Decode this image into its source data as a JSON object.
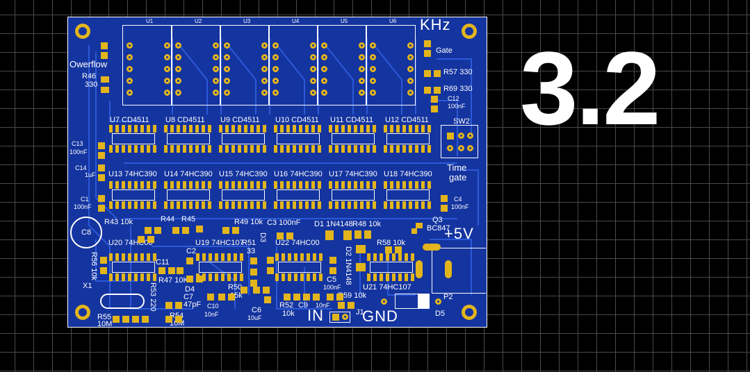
{
  "title": "3.2",
  "board": {
    "frequency_unit": "KHz",
    "gate": "Gate",
    "overflow": "Owerflow",
    "r46": "R46",
    "r46_val": "330",
    "r57": "R57 330",
    "r69": "R69 330",
    "c12": "C12",
    "c12_val": "100nF",
    "sw2": "SW2",
    "time": "Time",
    "gate2": "gate",
    "c13": "C13",
    "c13_val": "100nF",
    "c14": "C14",
    "c14_val": "1uF",
    "c1": "C1",
    "c1_val": "100nF",
    "c4": "C4",
    "c4_val": "100nF",
    "c8": "C8",
    "q3": "Q3",
    "q3_type": "BC847",
    "plus5v": "+5V",
    "in": "IN",
    "gnd": "GND",
    "j1": "J1",
    "p2": "P2",
    "d5": "D5",
    "x1": "X1",
    "r55": "R55",
    "r55_val": "10M",
    "r54": "R54",
    "r54_val": "10M",
    "c7": "C7",
    "c7_val": "47pF",
    "c10": "C10",
    "c10_val": "10nF",
    "c6": "C6",
    "c6_val": "10uF",
    "r50": "R50",
    "r50_val": "15k",
    "r52": "R52",
    "r52_val": "10k",
    "c9": "C9",
    "c9_val": "10nF",
    "r59": "R59 10k",
    "c5": "C5",
    "c5_val": "100nF",
    "u21": "U21 74HC107",
    "r58": "R58 10k",
    "d1": "D1 1N4148",
    "r48": "R48 10k",
    "d2": "D2 1N4148",
    "d3": "D3",
    "u22": "U22 74HC00",
    "c3": "C3 100nF",
    "r49": "R49 10k",
    "r51": "R51",
    "r51_val": "33",
    "u19": "U19 74HC107",
    "r43": "R43 10k",
    "r44": "R44",
    "r45": "R45",
    "u20": "U20 74HC00",
    "r56": "R56 10k",
    "c11": "C11",
    "c2": "C2",
    "r47": "R47 10K",
    "d4": "D4",
    "r53": "R53 220",
    "cd_labels": [
      "U7 CD4511",
      "U8 CD4511",
      "U9 CD4511",
      "U10 CD4511",
      "U11 CD4511",
      "U12 CD4511"
    ],
    "hc390_labels": [
      "U13 74HC390",
      "U14 74HC390",
      "U15 74HC390",
      "U16 74HC390",
      "U17 74HC390",
      "U18 74HC390"
    ],
    "display_labels": [
      "U1",
      "U2",
      "U3",
      "U4",
      "U5",
      "U6"
    ]
  },
  "colors": {
    "board": "#14349f",
    "pad": "#e3b51c",
    "silk": "#ffffff",
    "background": "#000000"
  }
}
